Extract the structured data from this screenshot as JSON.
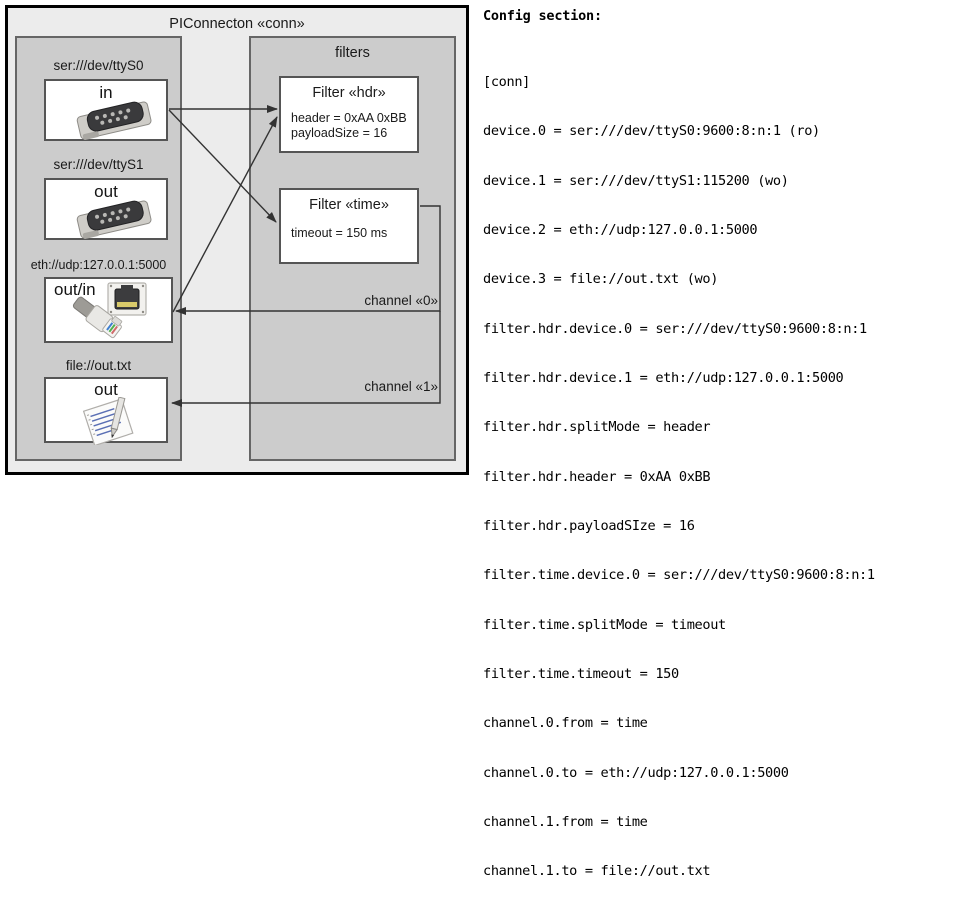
{
  "diagram": {
    "title": "PIConnecton «conn»",
    "panels": {
      "devices_title": "",
      "filters_title": "filters"
    },
    "devices": [
      {
        "label": "ser:///dev/ttyS0",
        "io": "in",
        "icon": "serial-port-icon"
      },
      {
        "label": "ser:///dev/ttyS1",
        "io": "out",
        "icon": "serial-port-icon"
      },
      {
        "label": "eth://udp:127.0.0.1:5000",
        "io": "out/in",
        "icon": "ethernet-jack-icon"
      },
      {
        "label": "file://out.txt",
        "io": "out",
        "icon": "text-document-icon"
      }
    ],
    "filters": [
      {
        "title": "Filter «hdr»",
        "props": [
          "header = 0xAA 0xBB",
          "payloadSize = 16"
        ]
      },
      {
        "title": "Filter «time»",
        "props": [
          "timeout = 150 ms"
        ]
      }
    ],
    "channels": [
      {
        "label": "channel «0»"
      },
      {
        "label": "channel «1»"
      }
    ]
  },
  "config": {
    "heading": "Config section:",
    "lines": [
      "[conn]",
      "device.0 = ser:///dev/ttyS0:9600:8:n:1 (ro)",
      "device.1 = ser:///dev/ttyS1:115200 (wo)",
      "device.2 = eth://udp:127.0.0.1:5000",
      "device.3 = file://out.txt (wo)",
      "filter.hdr.device.0 = ser:///dev/ttyS0:9600:8:n:1",
      "filter.hdr.device.1 = eth://udp:127.0.0.1:5000",
      "filter.hdr.splitMode = header",
      "filter.hdr.header = 0xAA 0xBB",
      "filter.hdr.payloadSIze = 16",
      "filter.time.device.0 = ser:///dev/ttyS0:9600:8:n:1",
      "filter.time.splitMode = timeout",
      "filter.time.timeout = 150",
      "channel.0.from = time",
      "channel.0.to = eth://udp:127.0.0.1:5000",
      "channel.1.from = time",
      "channel.1.to = file://out.txt"
    ]
  },
  "colors": {
    "outer_frame_bg": "#ececec",
    "panel_bg": "#cccccc",
    "box_bg": "#ffffff",
    "line": "#333333",
    "text": "#1a1a1a"
  }
}
